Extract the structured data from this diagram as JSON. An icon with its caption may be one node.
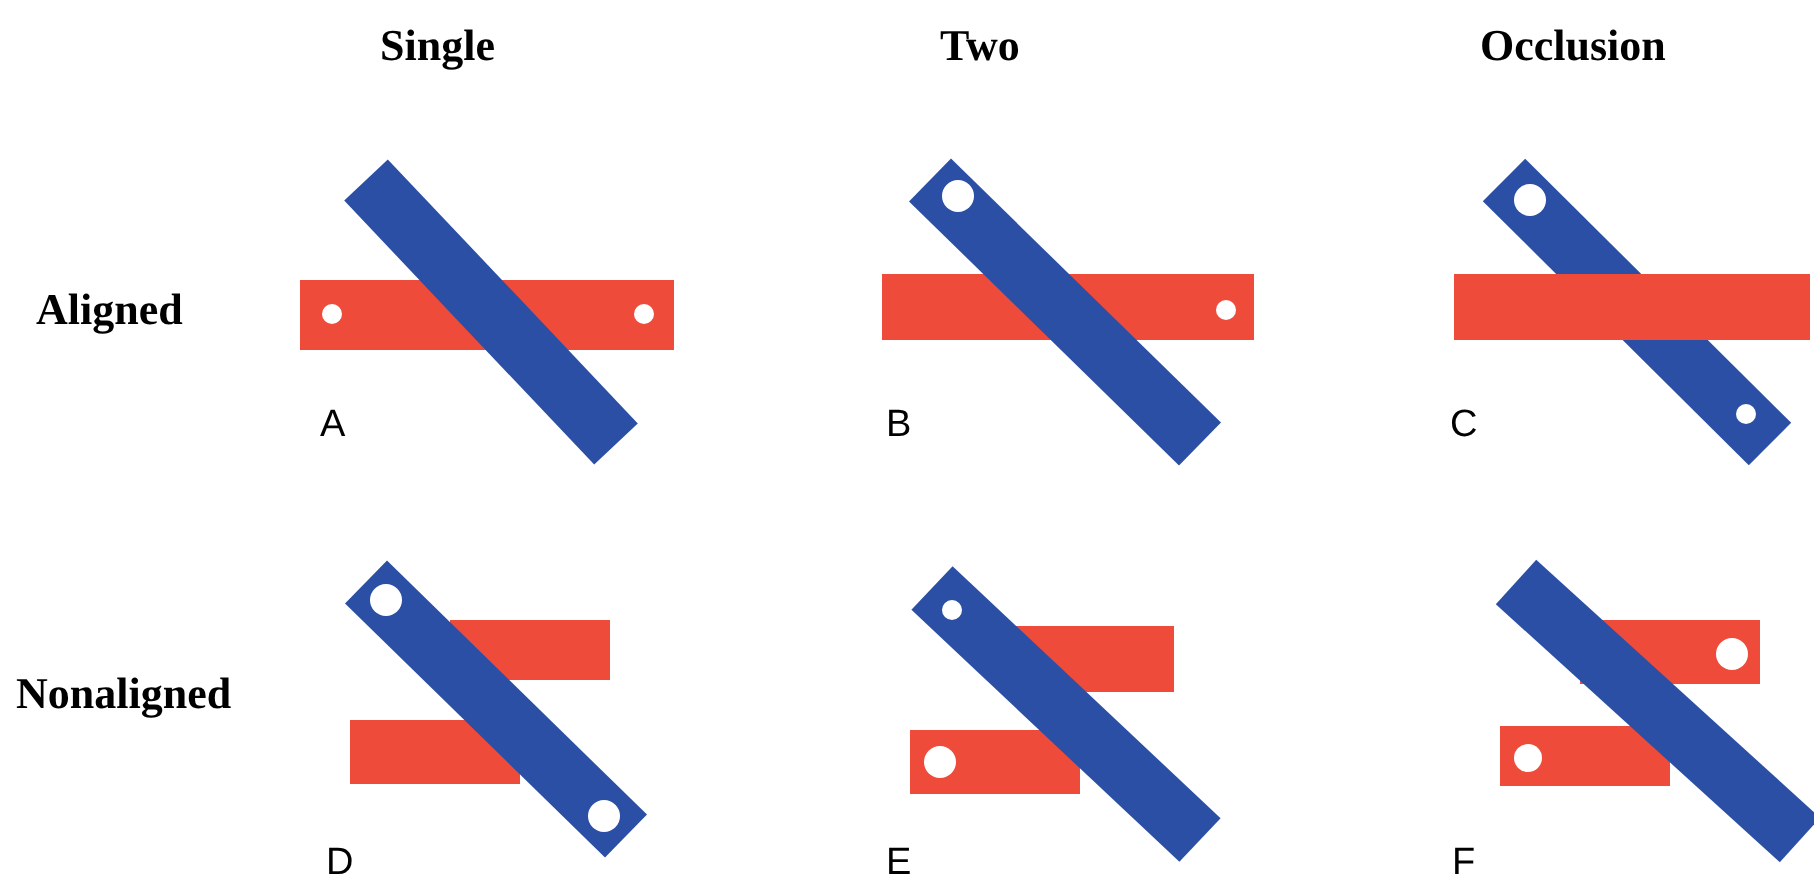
{
  "diagram": {
    "labels": [
      "Single",
      "Two",
      "Occlusion",
      "Aligned",
      "A",
      "B",
      "C",
      "Nonaligned",
      "D",
      "E",
      "F"
    ]
  }
}
